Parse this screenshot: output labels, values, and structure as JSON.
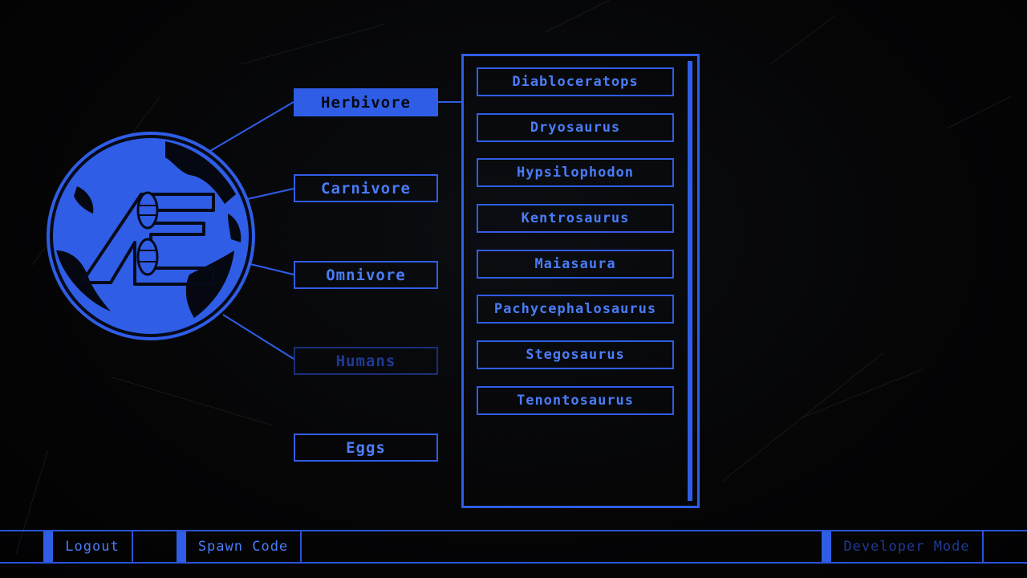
{
  "categories": [
    {
      "label": "Herbivore",
      "state": "active"
    },
    {
      "label": "Carnivore",
      "state": "normal"
    },
    {
      "label": "Omnivore",
      "state": "normal"
    },
    {
      "label": "Humans",
      "state": "disabled"
    },
    {
      "label": "Eggs",
      "state": "normal"
    }
  ],
  "species": [
    "Diabloceratops",
    "Dryosaurus",
    "Hypsilophodon",
    "Kentrosaurus",
    "Maiasaura",
    "Pachycephalosaurus",
    "Stegosaurus",
    "Tenontosaurus"
  ],
  "bottom_bar": {
    "logout": "Logout",
    "spawn_code": "Spawn Code",
    "developer_mode": "Developer Mode"
  },
  "colors": {
    "accent": "#2f5de6",
    "text": "#4a7cf8",
    "dim": "#1f3a94",
    "background": "#050506"
  },
  "icons": {
    "logo": "globe-logo-icon"
  }
}
